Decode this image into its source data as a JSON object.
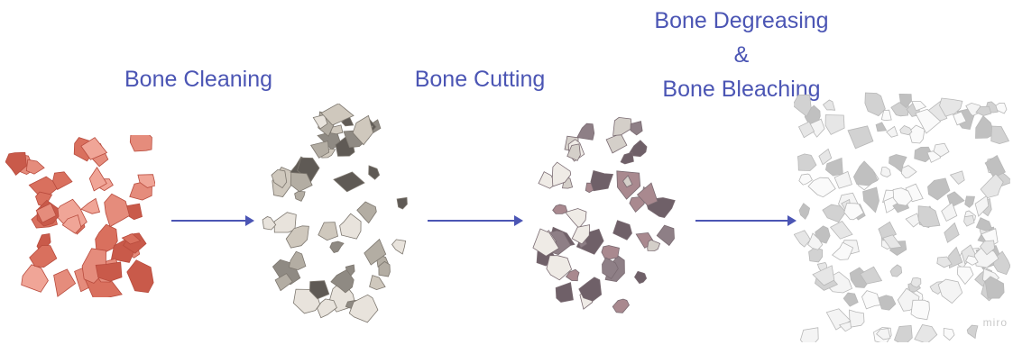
{
  "stages": {
    "cleaning": "Bone Cleaning",
    "cutting": "Bone Cutting",
    "degreasing": [
      "Bone Degreasing",
      "&",
      "Bone Bleaching"
    ]
  },
  "images": [
    {
      "name": "raw-bones-photo",
      "desc": "raw meaty bones"
    },
    {
      "name": "cleaned-bones-photo",
      "desc": "cleaned bone pieces"
    },
    {
      "name": "cut-bones-photo",
      "desc": "cut bone chips"
    },
    {
      "name": "bleached-bones-photo",
      "desc": "degreased and bleached bone chips"
    }
  ],
  "watermark": "miro",
  "colors": {
    "label": "#4b55b4",
    "arrow": "#4b55b4",
    "raw": [
      "#d9705e",
      "#e58c7c",
      "#c95a4a",
      "#f0a597"
    ],
    "cleaned": [
      "#e8e3dc",
      "#cfc8bd",
      "#8f8a83",
      "#b3ada3",
      "#5f5a55"
    ],
    "cut": [
      "#efebe6",
      "#d4cfc9",
      "#8e7f86",
      "#a9898f",
      "#6f6068"
    ],
    "bleached": [
      "#f4f4f4",
      "#e6e6e6",
      "#d2d2d2",
      "#c0c0c0",
      "#fafafa"
    ]
  }
}
